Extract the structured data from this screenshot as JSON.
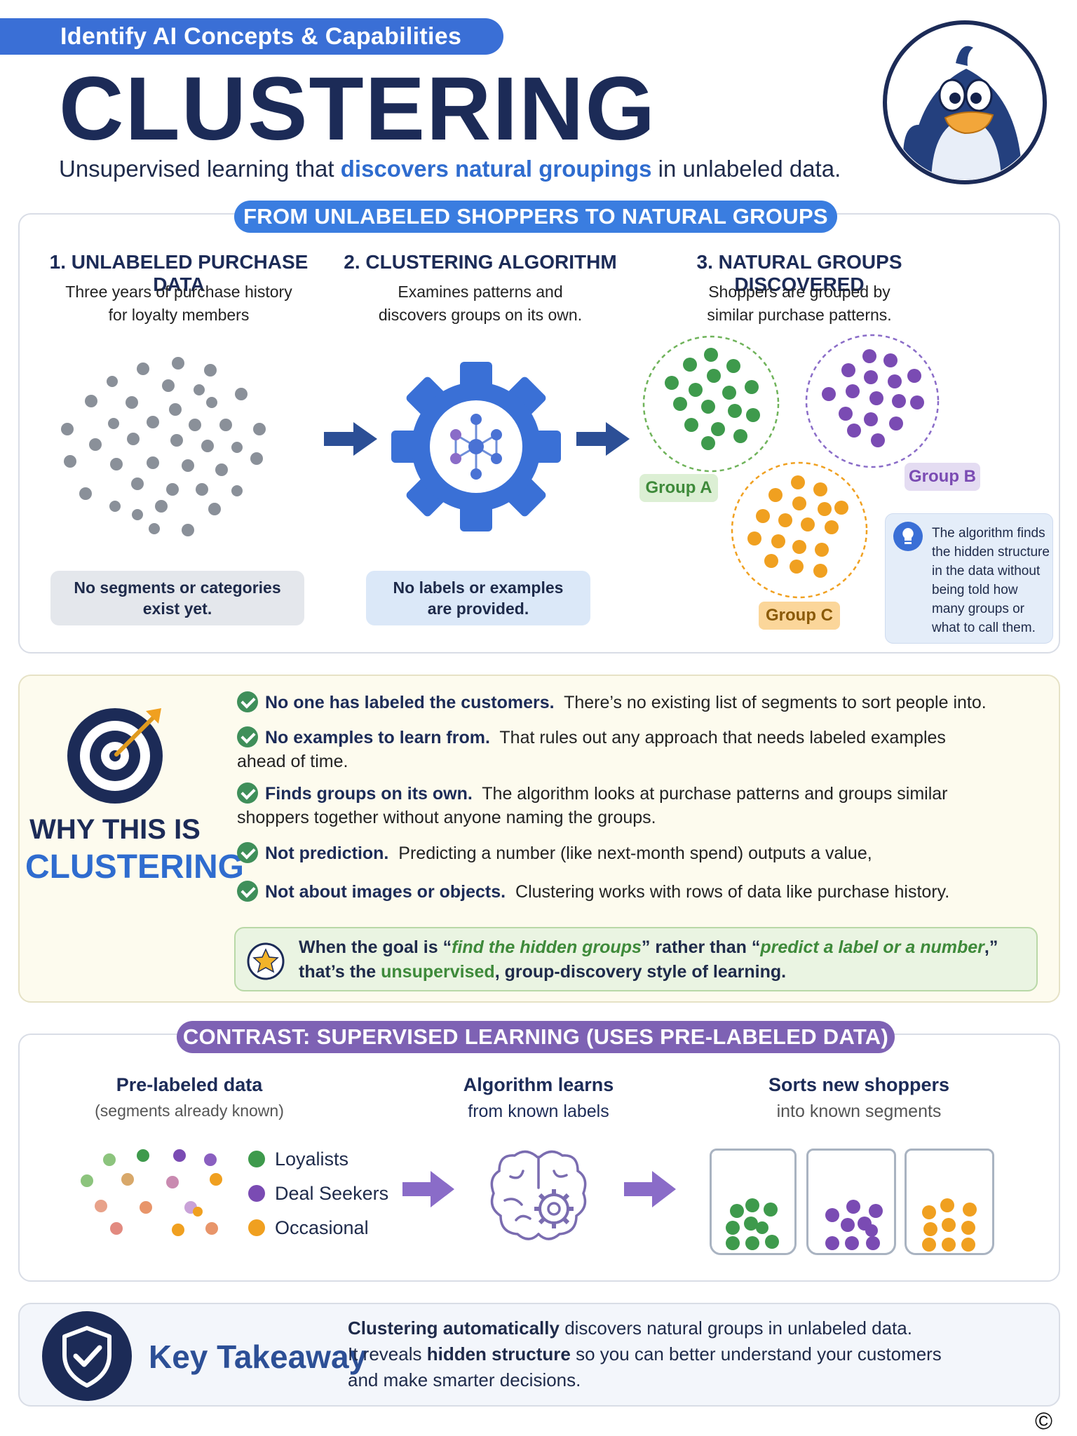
{
  "header": {
    "category": "Identify AI Concepts & Capabilities",
    "title": "CLUSTERING",
    "subtitle_pre": "Unsupervised learning that ",
    "subtitle_hl": "discovers natural groupings",
    "subtitle_post": " in unlabeled data."
  },
  "flow": {
    "banner": "FROM UNLABELED SHOPPERS TO NATURAL GROUPS",
    "step1": {
      "title": "1. UNLABELED PURCHASE DATA",
      "desc1": "Three years of purchase history",
      "desc2": "for loyalty members",
      "callout1": "No segments or categories",
      "callout2": "exist yet."
    },
    "step2": {
      "title": "2. CLUSTERING ALGORITHM",
      "desc1": "Examines patterns and",
      "desc2": "discovers groups on its own.",
      "callout1": "No labels or examples",
      "callout2": "are provided."
    },
    "step3": {
      "title": "3. NATURAL GROUPS DISCOVERED",
      "desc1": "Shoppers are grouped by",
      "desc2": "similar purchase patterns."
    },
    "groups": [
      "Group A",
      "Group B",
      "Group C"
    ],
    "note": [
      "The algorithm finds",
      "the hidden structure",
      "in the data without",
      "being told how",
      "many groups or",
      "what to call them."
    ]
  },
  "why": {
    "title1": "WHY THIS IS",
    "title2": "CLUSTERING",
    "items": [
      {
        "bold": "No one has labeled the customers.",
        "text": "There’s no existing list of segments to sort people into."
      },
      {
        "bold": "No examples to learn from.",
        "text": "That rules out any approach that needs labeled examples",
        "text2": "ahead of time."
      },
      {
        "bold": "Finds groups on its own.",
        "text": "The algorithm looks at purchase patterns and groups similar",
        "text2": "shoppers together without anyone naming the groups."
      },
      {
        "bold": "Not prediction.",
        "text": "Predicting a number (like next-month spend) outputs a value,"
      },
      {
        "bold": "Not about images or objects.",
        "text": "Clustering works with rows of data like purchase history."
      }
    ],
    "goal": {
      "p1": "When the goal is “",
      "g1": "find the hidden groups",
      "p2": "” rather than “",
      "g2": "predict a label or a number",
      "p3": ",”",
      "p4": "that’s the ",
      "g3": "unsupervised",
      "p5": ", group-discovery style of learning."
    }
  },
  "contrast": {
    "banner": "CONTRAST: SUPERVISED LEARNING (USES PRE-LABELED DATA)",
    "col1_title": "Pre-labeled data",
    "col1_sub": "(segments already known)",
    "col2_title": "Algorithm learns",
    "col2_sub": "from known labels",
    "col3_title": "Sorts new shoppers",
    "col3_sub": "into known segments",
    "legend": [
      "Loyalists",
      "Deal Seekers",
      "Occasional"
    ]
  },
  "takeaway": {
    "title": "Key Takeaway",
    "l1_b": "Clustering automatically",
    "l1": " discovers natural groups in unlabeled data.",
    "l2_a": "It reveals ",
    "l2_b": "hidden structure",
    "l2": " so you can better understand your customers",
    "l3": "and make smarter decisions.",
    "copyright": "©"
  },
  "colors": {
    "green": "#3e9a4c",
    "purple": "#7a4bb3",
    "orange": "#f0a020",
    "blue": "#3a6fd6",
    "navy": "#1c2b57"
  }
}
